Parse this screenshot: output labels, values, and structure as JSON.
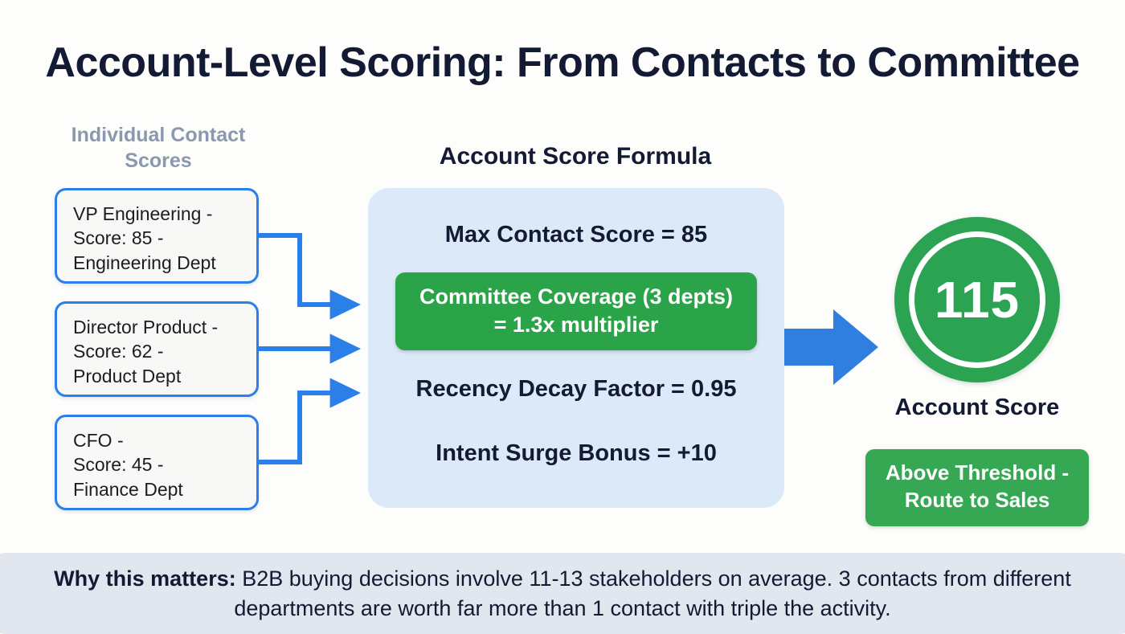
{
  "page": {
    "title": "Account-Level Scoring: From Contacts to Committee",
    "background_color": "#fdfdfb"
  },
  "left_column": {
    "heading": "Individual Contact Scores",
    "heading_color": "#8b98ae",
    "contacts": [
      {
        "name": "VP Engineering -",
        "score_line": "Score: 85 -",
        "dept_line": "Engineering Dept",
        "score": 85,
        "department": "Engineering"
      },
      {
        "name": "Director Product -",
        "score_line": "Score: 62 -",
        "dept_line": "Product Dept",
        "score": 62,
        "department": "Product"
      },
      {
        "name": "CFO -",
        "score_line": "Score: 45 -",
        "dept_line": "Finance Dept",
        "score": 45,
        "department": "Finance"
      }
    ],
    "card_border_color": "#2a7fe8"
  },
  "formula": {
    "heading": "Account Score Formula",
    "panel_color": "#dce9f9",
    "max_contact_score": "Max Contact Score = 85",
    "committee_coverage_line1": "Committee Coverage (3 depts)",
    "committee_coverage_line2": "= 1.3x multiplier",
    "highlight_color": "#2ba348",
    "recency_decay": "Recency Decay Factor = 0.95",
    "intent_surge": "Intent Surge Bonus = +10"
  },
  "result": {
    "score_value": "115",
    "circle_color": "#2ba352",
    "caption": "Account Score",
    "badge_line1": "Above Threshold -",
    "badge_line2": "Route to Sales",
    "badge_color": "#36a853"
  },
  "arrows": {
    "connector_color": "#2a7fe8",
    "main_arrow_color": "#2f7fe0"
  },
  "footer": {
    "lead": "Why this matters:",
    "body": " B2B buying decisions involve 11-13 stakeholders on average. 3 contacts from different departments are worth far more than 1 contact with triple the activity.",
    "band_color": "#e2e6ee"
  }
}
